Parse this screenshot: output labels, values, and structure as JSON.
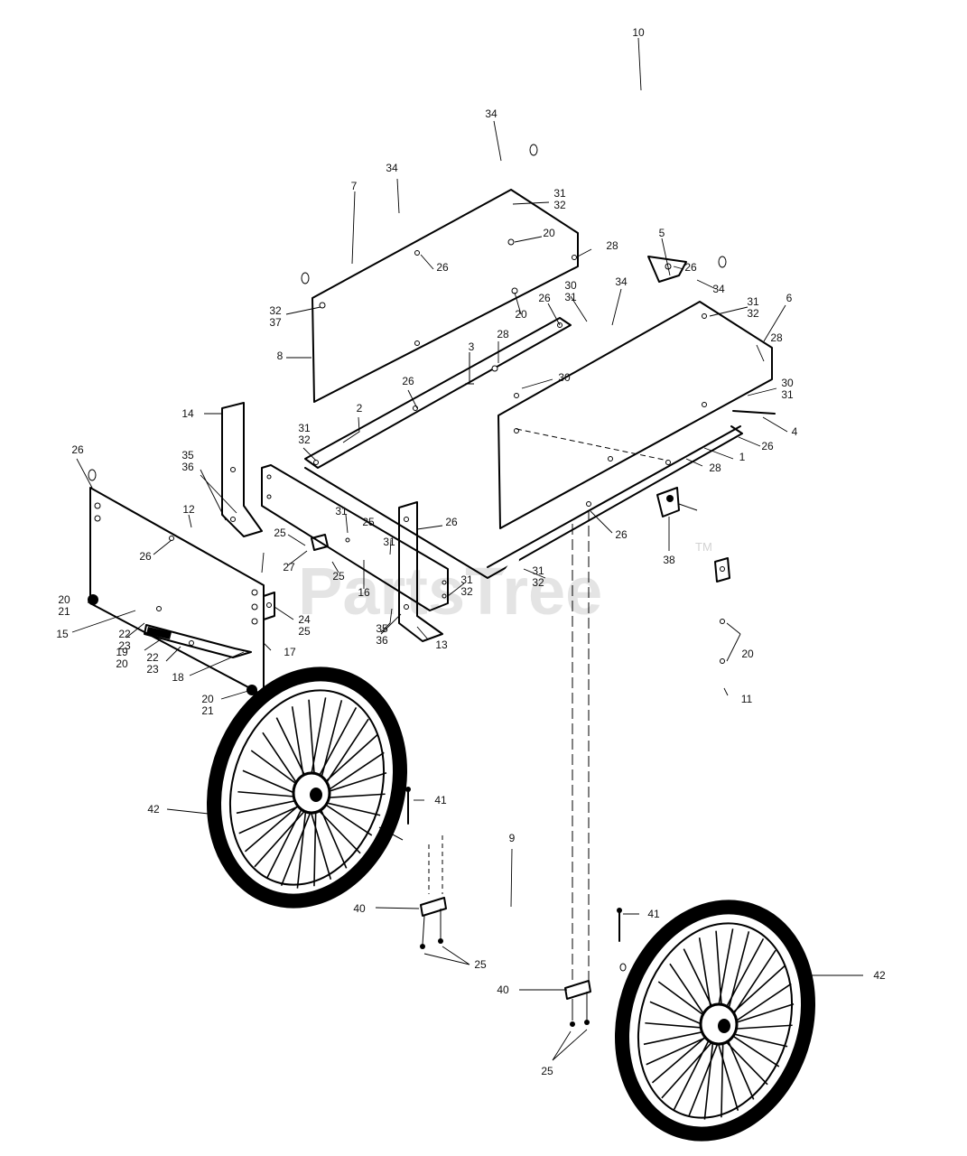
{
  "watermark": {
    "text": "PartsTree",
    "tm": "TM"
  },
  "callouts": [
    {
      "id": "c-10",
      "lines": [
        "10"
      ]
    },
    {
      "id": "c-34a",
      "lines": [
        "34"
      ]
    },
    {
      "id": "c-34b",
      "lines": [
        "34"
      ]
    },
    {
      "id": "c-7",
      "lines": [
        "7"
      ]
    },
    {
      "id": "c-3132a",
      "lines": [
        "31",
        "32"
      ]
    },
    {
      "id": "c-20a",
      "lines": [
        "20"
      ]
    },
    {
      "id": "c-26a",
      "lines": [
        "26"
      ]
    },
    {
      "id": "c-28a",
      "lines": [
        "28"
      ]
    },
    {
      "id": "c-5",
      "lines": [
        "5"
      ]
    },
    {
      "id": "c-34c",
      "lines": [
        "34"
      ]
    },
    {
      "id": "c-3237",
      "lines": [
        "32",
        "37"
      ]
    },
    {
      "id": "c-20b",
      "lines": [
        "20"
      ]
    },
    {
      "id": "c-26b",
      "lines": [
        "26"
      ]
    },
    {
      "id": "c-3031a",
      "lines": [
        "30",
        "31"
      ]
    },
    {
      "id": "c-34d",
      "lines": [
        "34"
      ]
    },
    {
      "id": "c-3132b",
      "lines": [
        "31",
        "32"
      ]
    },
    {
      "id": "c-6",
      "lines": [
        "6"
      ]
    },
    {
      "id": "c-8",
      "lines": [
        "8"
      ]
    },
    {
      "id": "c-3",
      "lines": [
        "3"
      ]
    },
    {
      "id": "c-28b",
      "lines": [
        "28"
      ]
    },
    {
      "id": "c-26c",
      "lines": [
        "26"
      ]
    },
    {
      "id": "c-28c",
      "lines": [
        "28"
      ]
    },
    {
      "id": "c-26d",
      "lines": [
        "26"
      ]
    },
    {
      "id": "c-3031b",
      "lines": [
        "30",
        "31"
      ]
    },
    {
      "id": "c-30",
      "lines": [
        "30"
      ]
    },
    {
      "id": "c-4",
      "lines": [
        "4"
      ]
    },
    {
      "id": "c-14",
      "lines": [
        "14"
      ]
    },
    {
      "id": "c-2",
      "lines": [
        "2"
      ]
    },
    {
      "id": "c-3132c",
      "lines": [
        "31",
        "32"
      ]
    },
    {
      "id": "c-26e",
      "lines": [
        "26"
      ]
    },
    {
      "id": "c-1",
      "lines": [
        "1"
      ]
    },
    {
      "id": "c-28d",
      "lines": [
        "28"
      ]
    },
    {
      "id": "c-3536a",
      "lines": [
        "35",
        "36"
      ]
    },
    {
      "id": "c-12",
      "lines": [
        "12"
      ]
    },
    {
      "id": "c-31a",
      "lines": [
        "31"
      ]
    },
    {
      "id": "c-25a",
      "lines": [
        "25"
      ]
    },
    {
      "id": "c-31b",
      "lines": [
        "31"
      ]
    },
    {
      "id": "c-26f",
      "lines": [
        "26"
      ]
    },
    {
      "id": "c-26g",
      "lines": [
        "26"
      ]
    },
    {
      "id": "c-26h",
      "lines": [
        "26"
      ]
    },
    {
      "id": "c-25b",
      "lines": [
        "25"
      ]
    },
    {
      "id": "c-26i",
      "lines": [
        "26"
      ]
    },
    {
      "id": "c-27",
      "lines": [
        "27"
      ]
    },
    {
      "id": "c-25c",
      "lines": [
        "25"
      ]
    },
    {
      "id": "c-3132d",
      "lines": [
        "31",
        "32"
      ]
    },
    {
      "id": "c-38",
      "lines": [
        "38"
      ]
    },
    {
      "id": "c-16",
      "lines": [
        "16"
      ]
    },
    {
      "id": "c-3132e",
      "lines": [
        "31",
        "32"
      ]
    },
    {
      "id": "c-2021a",
      "lines": [
        "20",
        "21"
      ]
    },
    {
      "id": "c-15",
      "lines": [
        "15"
      ]
    },
    {
      "id": "c-2223a",
      "lines": [
        "22",
        "23"
      ]
    },
    {
      "id": "c-2425",
      "lines": [
        "24",
        "25"
      ]
    },
    {
      "id": "c-3536b",
      "lines": [
        "35",
        "36"
      ]
    },
    {
      "id": "c-13",
      "lines": [
        "13"
      ]
    },
    {
      "id": "c-20c",
      "lines": [
        "20"
      ]
    },
    {
      "id": "c-1920",
      "lines": [
        "19",
        "20"
      ]
    },
    {
      "id": "c-2223b",
      "lines": [
        "22",
        "23"
      ]
    },
    {
      "id": "c-17",
      "lines": [
        "17"
      ]
    },
    {
      "id": "c-18",
      "lines": [
        "18"
      ]
    },
    {
      "id": "c-11",
      "lines": [
        "11"
      ]
    },
    {
      "id": "c-2021b",
      "lines": [
        "20",
        "21"
      ]
    },
    {
      "id": "c-42a",
      "lines": [
        "42"
      ]
    },
    {
      "id": "c-41a",
      "lines": [
        "41"
      ]
    },
    {
      "id": "c-9",
      "lines": [
        "9"
      ]
    },
    {
      "id": "c-40a",
      "lines": [
        "40"
      ]
    },
    {
      "id": "c-41b",
      "lines": [
        "41"
      ]
    },
    {
      "id": "c-25d",
      "lines": [
        "25"
      ]
    },
    {
      "id": "c-42b",
      "lines": [
        "42"
      ]
    },
    {
      "id": "c-40b",
      "lines": [
        "40"
      ]
    },
    {
      "id": "c-25e",
      "lines": [
        "25"
      ]
    }
  ]
}
